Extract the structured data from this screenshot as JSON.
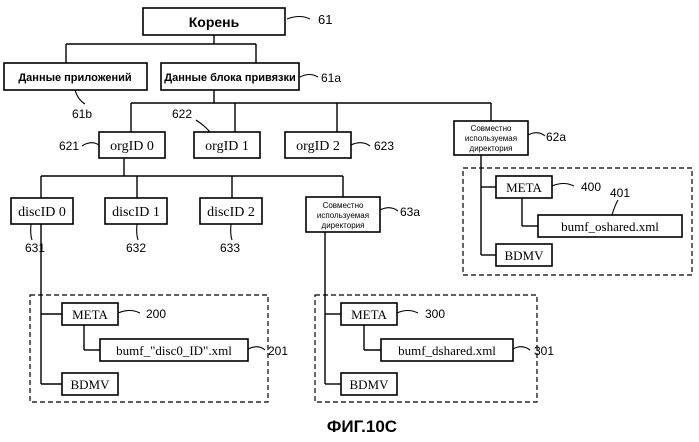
{
  "nodes": {
    "root": {
      "label": "Корень",
      "ref": "61"
    },
    "app_data": {
      "label": "Данные приложений",
      "ref": "61b"
    },
    "binding_data": {
      "label": "Данные блока привязки",
      "ref": "61a"
    },
    "org0": {
      "label": "orgID 0",
      "ref": "621"
    },
    "org1": {
      "label": "orgID 1",
      "ref": "622"
    },
    "org2": {
      "label": "orgID 2",
      "ref": "623"
    },
    "shared_top": {
      "line1": "Совместно",
      "line2": "используемая",
      "line3": "директория",
      "ref": "62a"
    },
    "disc0": {
      "label": "discID 0",
      "ref": "631"
    },
    "disc1": {
      "label": "discID 1",
      "ref": "632"
    },
    "disc2": {
      "label": "discID 2",
      "ref": "633"
    },
    "shared_mid": {
      "line1": "Совместно",
      "line2": "используемая",
      "line3": "директория",
      "ref": "63a"
    },
    "meta_disc": {
      "label": "META",
      "ref": "200"
    },
    "xml_disc": {
      "label": "bumf_\"disc0_ID\".xml",
      "ref": "201"
    },
    "bdmv_disc": {
      "label": "BDMV"
    },
    "meta_dshared": {
      "label": "META",
      "ref": "300"
    },
    "xml_dshared": {
      "label": "bumf_dshared.xml",
      "ref": "301"
    },
    "bdmv_dshared": {
      "label": "BDMV"
    },
    "meta_oshared": {
      "label": "META",
      "ref": "400"
    },
    "xml_oshared": {
      "label": "bumf_oshared.xml",
      "ref": "401"
    },
    "bdmv_oshared": {
      "label": "BDMV"
    }
  },
  "caption": "ФИГ.10С"
}
